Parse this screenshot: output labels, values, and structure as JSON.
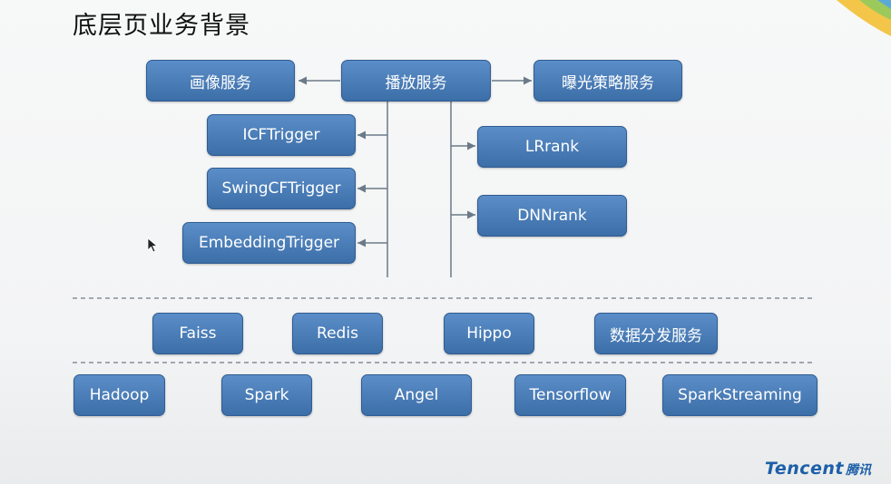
{
  "title": "底层页业务背景",
  "boxes": {
    "portrait": "画像服务",
    "playback": "播放服务",
    "exposure": "曝光策略服务",
    "icf": "ICFTrigger",
    "swing": "SwingCFTrigger",
    "embedding": "EmbeddingTrigger",
    "lrrank": "LRrank",
    "dnnrank": "DNNrank",
    "faiss": "Faiss",
    "redis": "Redis",
    "hippo": "Hippo",
    "datadist": "数据分发服务",
    "hadoop": "Hadoop",
    "spark": "Spark",
    "angel": "Angel",
    "tensorflow": "Tensorflow",
    "sparkstreaming": "SparkStreaming"
  },
  "logo": {
    "en": "Tencent",
    "cn": "腾讯"
  },
  "colors": {
    "box": "#4a7fbe",
    "line": "#6b7a88"
  }
}
